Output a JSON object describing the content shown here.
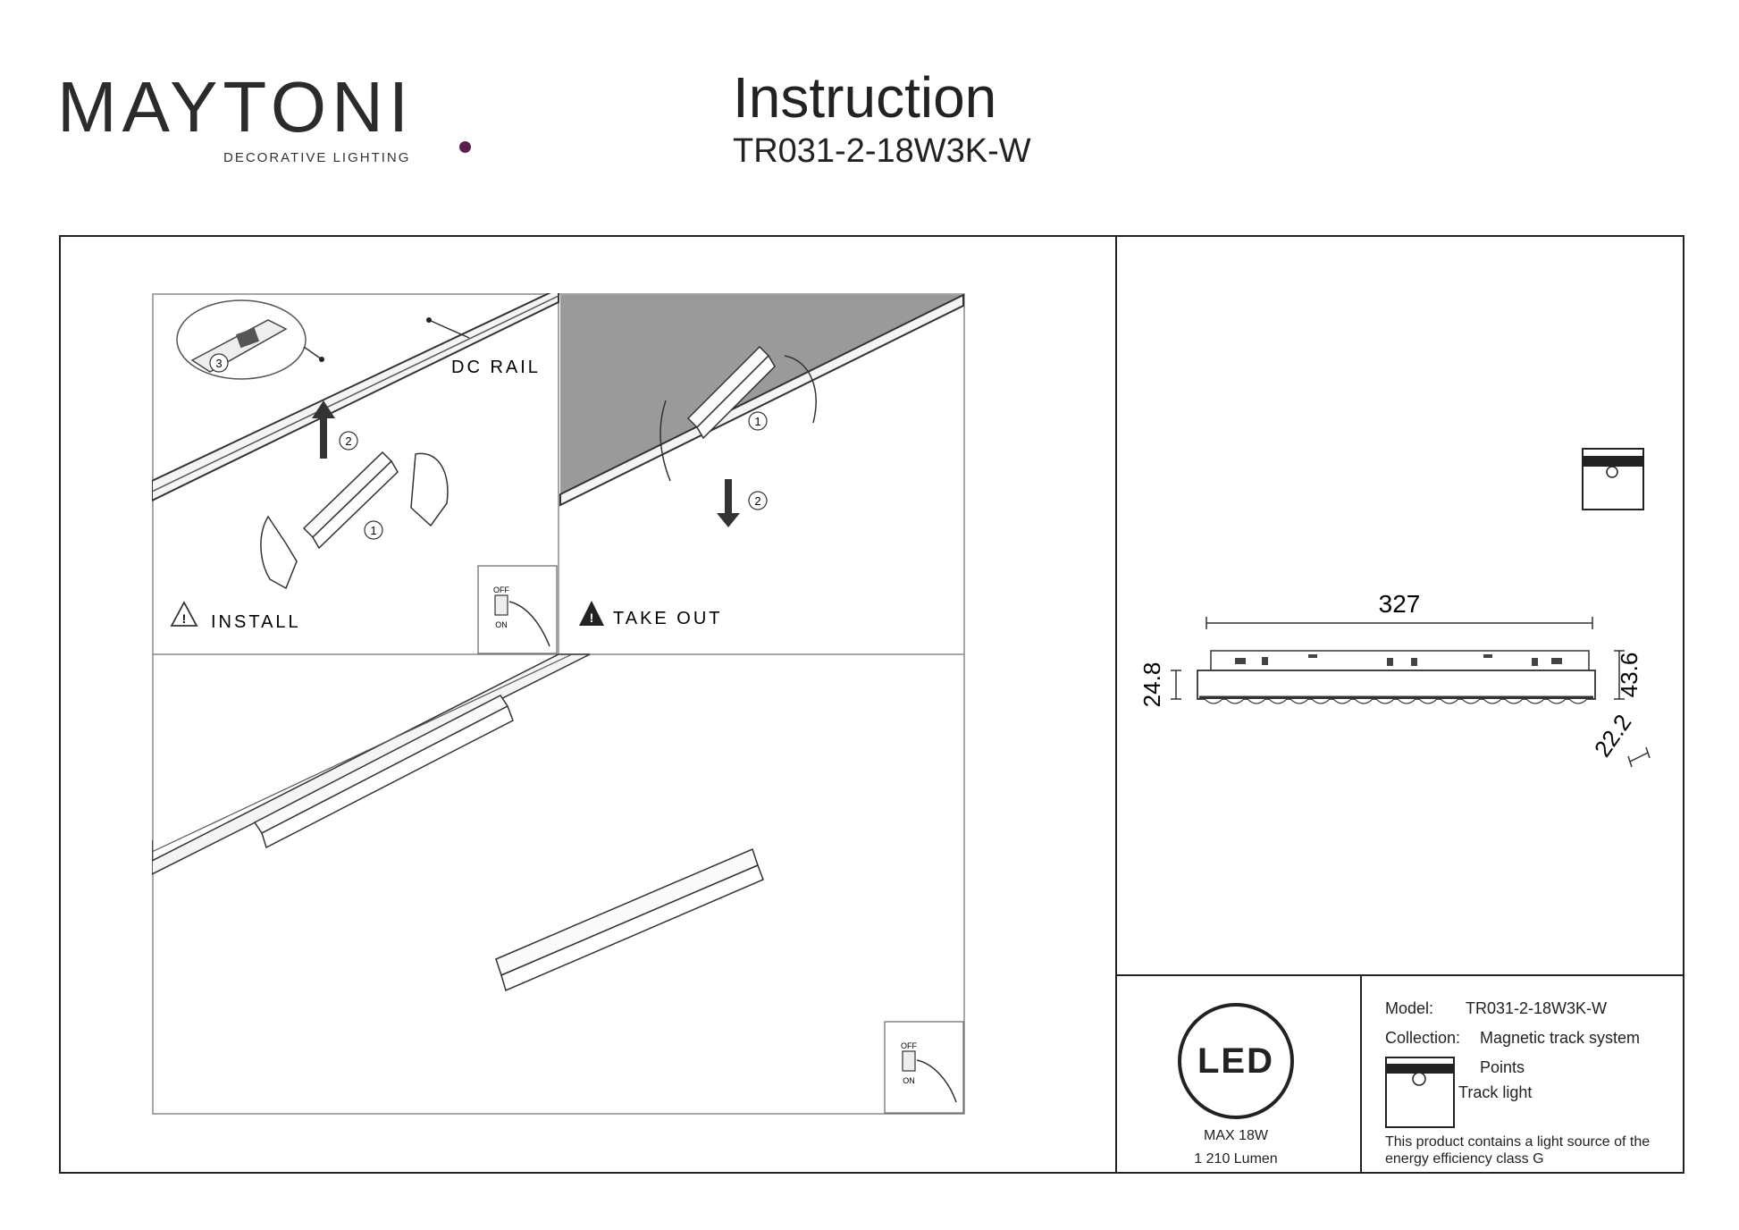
{
  "brand": {
    "name": "MAYTONI",
    "tagline": "DECORATIVE LIGHTING"
  },
  "header": {
    "title": "Instruction",
    "model_code": "TR031-2-18W3K-W"
  },
  "diagram": {
    "rail_label": "DC RAIL",
    "install_label": "INSTALL",
    "takeout_label": "TAKE OUT",
    "step_1": "1",
    "step_2": "2",
    "step_3": "3",
    "switch_off": "OFF",
    "switch_on": "ON"
  },
  "dimensions": {
    "length": "327",
    "height_body": "24.8",
    "height_total": "43.6",
    "width": "22.2"
  },
  "led_block": {
    "logo": "LED",
    "power": "MAX 18W",
    "lumen": "1 210 Lumen"
  },
  "specs": {
    "model_label": "Model:",
    "model_value": "TR031-2-18W3K-W",
    "collection_label": "Collection:",
    "collection_value": "Magnetic track system",
    "collection_sub": "Points",
    "type_value": "Track light",
    "energy_note_1": "This product contains a light source of the",
    "energy_note_2": "energy efficiency class G"
  }
}
